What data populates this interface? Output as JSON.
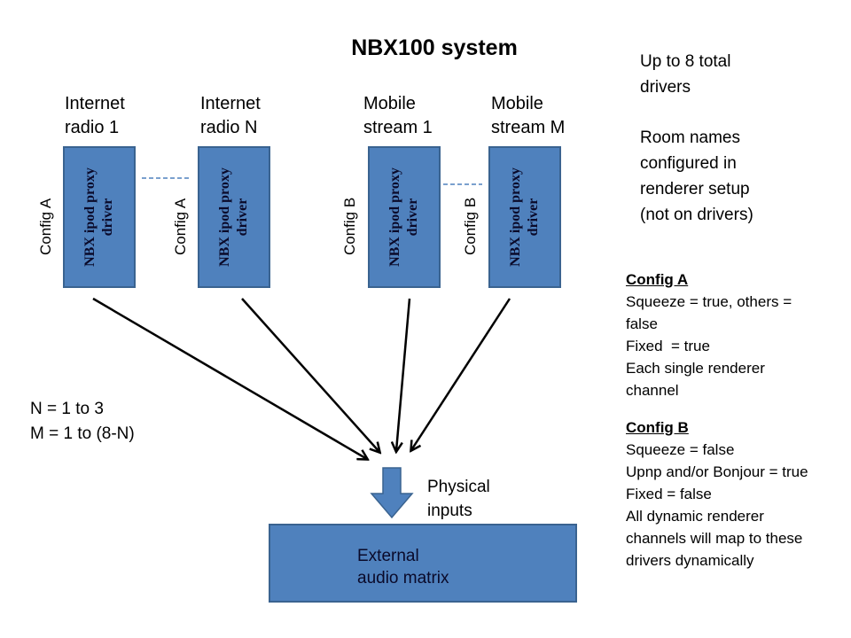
{
  "title": "NBX100 system",
  "sources": [
    {
      "label_line1": "Internet",
      "label_line2": "radio 1",
      "config": "Config A",
      "driver_line1": "NBX ipod proxy",
      "driver_line2": "driver"
    },
    {
      "label_line1": "Internet",
      "label_line2": "radio N",
      "config": "Config A",
      "driver_line1": "NBX ipod proxy",
      "driver_line2": "driver"
    },
    {
      "label_line1": "Mobile",
      "label_line2": "stream 1",
      "config": "Config B",
      "driver_line1": "NBX ipod proxy",
      "driver_line2": "driver"
    },
    {
      "label_line1": "Mobile",
      "label_line2": "stream M",
      "config": "Config B",
      "driver_line1": "NBX ipod proxy",
      "driver_line2": "driver"
    }
  ],
  "notes": {
    "total_line1": "Up to 8 total",
    "total_line2": "drivers",
    "rooms_line1": "Room names",
    "rooms_line2": "configured in",
    "rooms_line3": "renderer setup",
    "rooms_line4": "(not on drivers)"
  },
  "ranges": {
    "n": "N = 1 to 3",
    "m": "M = 1 to (8-N)"
  },
  "physical_inputs": {
    "line1": "Physical",
    "line2": "inputs"
  },
  "matrix": {
    "line1": "External",
    "line2": "audio matrix"
  },
  "config_a": {
    "heading": "Config A",
    "lines": [
      "Squeeze = true, others =",
      "false",
      "Fixed  = true",
      "Each single renderer",
      "channel"
    ]
  },
  "config_b": {
    "heading": "Config B",
    "lines": [
      "Squeeze = false",
      "Upnp and/or Bonjour = true",
      "Fixed = false",
      "All dynamic renderer",
      "channels will map to these",
      "drivers dynamically"
    ]
  },
  "colors": {
    "box_fill": "#4f81bd",
    "box_border": "#3a6390",
    "dashed_link": "#4f81bd",
    "arrow": "#000000"
  }
}
